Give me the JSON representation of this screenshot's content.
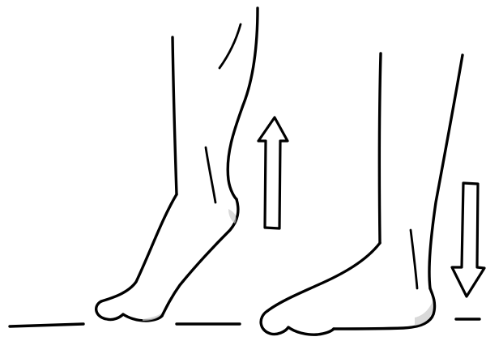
{
  "figure": {
    "panels": [
      {
        "pose": "heel-raised",
        "arrow": "up"
      },
      {
        "pose": "heel-lowered",
        "arrow": "down"
      }
    ],
    "colors": {
      "ink": "#000000",
      "paper": "#ffffff",
      "shading": "#c9c9c9"
    }
  }
}
